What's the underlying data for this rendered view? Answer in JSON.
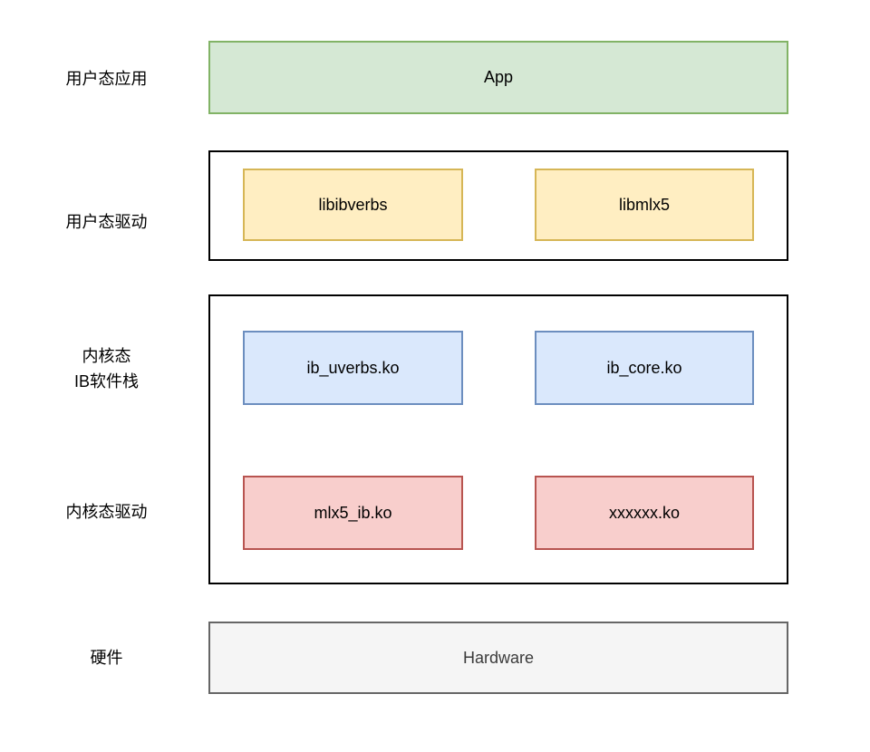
{
  "diagram": {
    "row_labels": {
      "user_app": "用户态应用",
      "user_driver": "用户态驱动",
      "kernel_ib_stack_line1": "内核态",
      "kernel_ib_stack_line2": "IB软件栈",
      "kernel_driver": "内核态驱动",
      "hardware": "硬件"
    },
    "boxes": {
      "app": {
        "label": "App",
        "fill": "#d5e8d4",
        "border": "#82b366"
      },
      "libibverbs": {
        "label": "libibverbs",
        "fill": "#ffeec2",
        "border": "#d6b656"
      },
      "libmlx5": {
        "label": "libmlx5",
        "fill": "#ffeec2",
        "border": "#d6b656"
      },
      "ib_uverbs": {
        "label": "ib_uverbs.ko",
        "fill": "#dae8fc",
        "border": "#6c8ebf"
      },
      "ib_core": {
        "label": "ib_core.ko",
        "fill": "#dae8fc",
        "border": "#6c8ebf"
      },
      "mlx5_ib": {
        "label": "mlx5_ib.ko",
        "fill": "#f8cecc",
        "border": "#b85450"
      },
      "xxxxxx": {
        "label": "xxxxxx.ko",
        "fill": "#f8cecc",
        "border": "#b85450"
      },
      "hardware": {
        "label": "Hardware",
        "fill": "#f5f5f5",
        "border": "#666666"
      }
    },
    "container_border_color": "#000000",
    "background_color": "#ffffff"
  }
}
